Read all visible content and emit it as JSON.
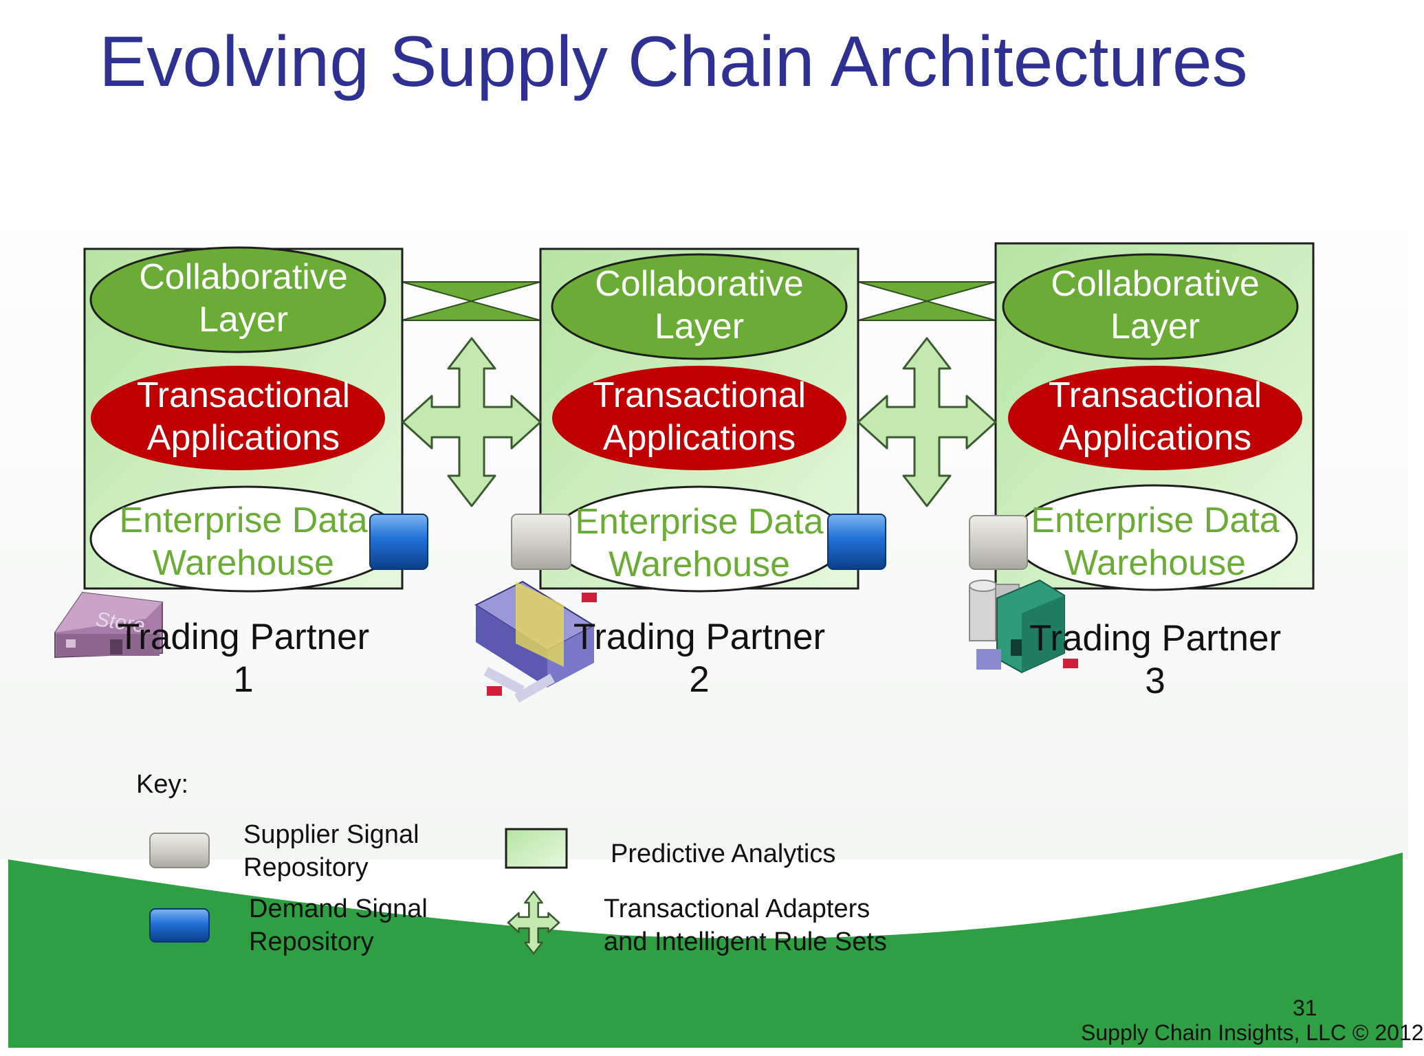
{
  "title": "Evolving Supply Chain Architectures",
  "partners": [
    {
      "collab": [
        "Collaborative",
        "Layer"
      ],
      "trans": [
        "Transactional",
        "Applications"
      ],
      "edw": [
        "Enterprise Data",
        "Warehouse"
      ],
      "label_line1": "Trading Partner",
      "label_line2": "1",
      "icon": "store-building-icon",
      "icon_text": "Store"
    },
    {
      "collab": [
        "Collaborative",
        "Layer"
      ],
      "trans": [
        "Transactional",
        "Applications"
      ],
      "edw": [
        "Enterprise Data",
        "Warehouse"
      ],
      "label_line1": "Trading Partner",
      "label_line2": "2",
      "icon": "distribution-center-icon"
    },
    {
      "collab": [
        "Collaborative",
        "Layer"
      ],
      "trans": [
        "Transactional",
        "Applications"
      ],
      "edw": [
        "Enterprise Data",
        "Warehouse"
      ],
      "label_line1": "Trading Partner",
      "label_line2": "3",
      "icon": "factory-icon"
    }
  ],
  "key": {
    "title": "Key:",
    "items": [
      {
        "icon": "supplier-signal-repository-icon",
        "label_line1": "Supplier Signal",
        "label_line2": "Repository"
      },
      {
        "icon": "demand-signal-repository-icon",
        "label_line1": "Demand Signal",
        "label_line2": "Repository"
      },
      {
        "icon": "predictive-analytics-box-icon",
        "label_line1": "Predictive Analytics"
      },
      {
        "icon": "four-way-arrow-icon",
        "label_line1": "Transactional Adapters",
        "label_line2": "and Intelligent Rule Sets"
      }
    ]
  },
  "footer": {
    "page_number": "31",
    "copyright": "Supply Chain Insights, LLC © 2012"
  },
  "colors": {
    "title": "#2e3192",
    "collaborative_ellipse": "#6aac35",
    "transactional_ellipse": "#c00000",
    "edw_text": "#6aac35",
    "panel_fill": "#c8edb8",
    "wave_green": "#2ea043",
    "demand_blue": "#1a65c8",
    "supplier_gray": "#c9c9c2"
  }
}
